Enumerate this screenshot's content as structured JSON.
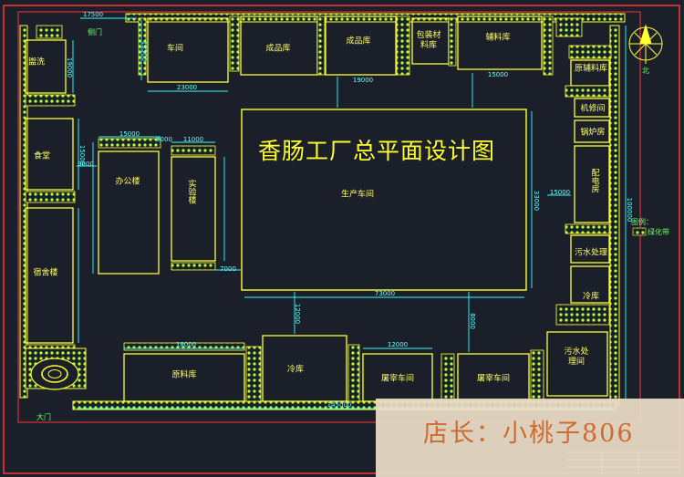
{
  "title": "香肠工厂总平面设计图",
  "watermark": "店长：小桃子806",
  "north_label": "北",
  "legend": {
    "label": "图例：",
    "item": "绿化带"
  },
  "rooms": {
    "r_top1": "车间",
    "r_top2": "成品库",
    "r_top3": "成品库",
    "r_top4": "包装材料库",
    "r_top5": "辅料库",
    "r_left1": "盥洗",
    "r_left2": "食堂",
    "r_left3": "宿舍楼",
    "r_mid1": "办公楼",
    "r_mid2": "实验楼",
    "r_center": "生产车间",
    "r_right1": "原辅料库",
    "r_right2": "机修间",
    "r_right3": "锅炉房",
    "r_right4": "配电房",
    "r_right5": "污水处理",
    "r_right6": "冷库",
    "r_bottom1": "原料库",
    "r_bottom2": "冷库",
    "r_bottom3": "屠宰车间",
    "r_bottom4": "屠宰车间",
    "r_bottom5": "污水处理间",
    "gate": "大门",
    "side_gate": "侧门"
  },
  "dims": {
    "d1": "17500",
    "d2": "13500",
    "d3": "23000",
    "d4": "19000",
    "d5": "15000",
    "d6": "9000",
    "d7": "11000",
    "d8": "15000",
    "d9": "9000",
    "d10": "73000",
    "d11": "145000",
    "d12": "100000",
    "d13": "15000",
    "d14": "33000",
    "d15": "19000",
    "d16": "18000",
    "d17": "12000",
    "d18": "12000",
    "d19": "8000",
    "d20": "7000"
  },
  "colors": {
    "wall": "#ffff33",
    "hatch": "#aaff33",
    "dim": "#33ffff",
    "frame": "#ff3333",
    "background": "#1b1f2a"
  },
  "icons": [
    "north-arrow-icon",
    "roundabout-icon"
  ]
}
